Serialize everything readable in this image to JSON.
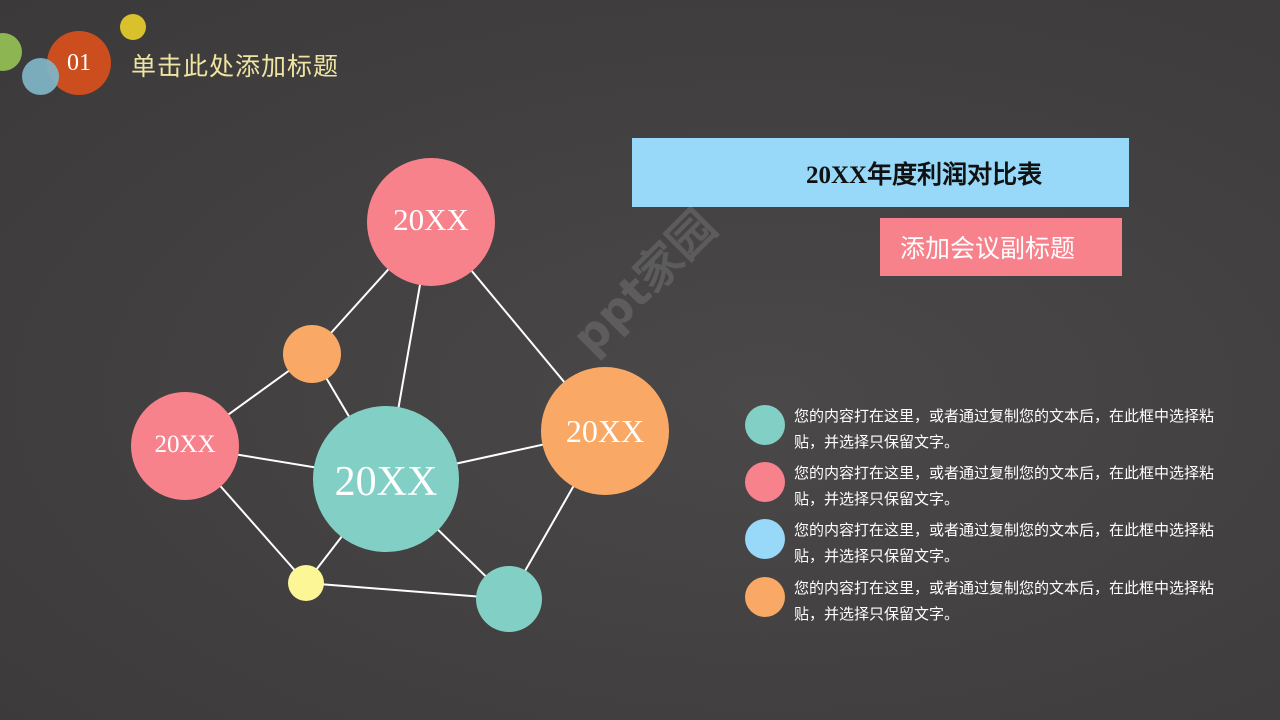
{
  "header": {
    "number": "01",
    "title": "单击此处添加标题",
    "decor_circles": [
      {
        "name": "green",
        "color": "#8db552"
      },
      {
        "name": "blue",
        "color": "#7fb6c8"
      },
      {
        "name": "red-orange",
        "color": "#cc4e1e"
      },
      {
        "name": "yellow",
        "color": "#d9c12e"
      }
    ]
  },
  "title_box": {
    "text": "20XX年度利润对比表",
    "background": "#98d8f8"
  },
  "subtitle_box": {
    "text": "添加会议副标题",
    "background": "#f8828c"
  },
  "network": {
    "nodes": [
      {
        "id": "top",
        "label": "20XX",
        "color": "#f8828c"
      },
      {
        "id": "left",
        "label": "20XX",
        "color": "#f8828c"
      },
      {
        "id": "center",
        "label": "20XX",
        "color": "#82d0c5"
      },
      {
        "id": "right",
        "label": "20XX",
        "color": "#f9a965"
      },
      {
        "id": "small-orange",
        "label": "",
        "color": "#f9a965"
      },
      {
        "id": "small-yellow",
        "label": "",
        "color": "#fdf697"
      },
      {
        "id": "small-teal",
        "label": "",
        "color": "#82d0c5"
      }
    ],
    "edge_color": "#ffffff"
  },
  "legend": {
    "items": [
      {
        "color": "#82d0c5",
        "text": "您的内容打在这里，或者通过复制您的文本后，在此框中选择粘贴，并选择只保留文字。"
      },
      {
        "color": "#f8828c",
        "text": "您的内容打在这里，或者通过复制您的文本后，在此框中选择粘贴，并选择只保留文字。"
      },
      {
        "color": "#98d8f8",
        "text": "您的内容打在这里，或者通过复制您的文本后，在此框中选择粘贴，并选择只保留文字。"
      },
      {
        "color": "#f9a965",
        "text": "您的内容打在这里，或者通过复制您的文本后，在此框中选择粘贴，并选择只保留文字。"
      }
    ]
  },
  "watermark": {
    "text": "ppt家园"
  }
}
